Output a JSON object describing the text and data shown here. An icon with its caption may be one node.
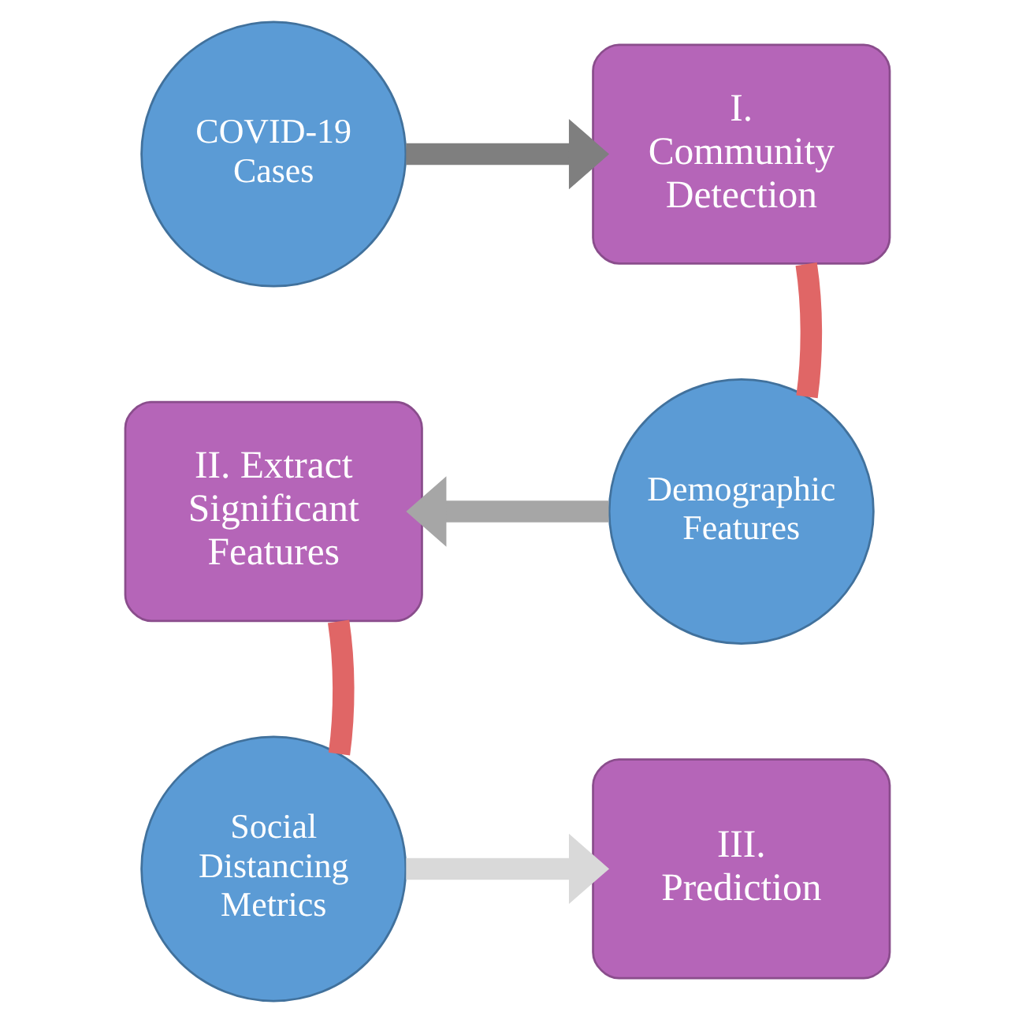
{
  "diagram": {
    "nodes": [
      {
        "text": [
          "COVID-19 Cases"
        ]
      },
      {
        "text": [
          "I. Community Detection"
        ]
      },
      {
        "text": [
          "Demographic Features"
        ]
      },
      {
        "text": [
          "II. Extract Significant Features"
        ]
      },
      {
        "text": [
          "Social Distancing Metrics"
        ]
      },
      {
        "text": [
          "III. Prediction"
        ]
      }
    ],
    "edges": [
      {
        "from": 0,
        "to": 1,
        "arrow": "to",
        "color": "#7f7f7f"
      },
      {
        "from": 1,
        "to": 2,
        "arrow": "none",
        "color": "#e06666"
      },
      {
        "from": 2,
        "to": 3,
        "arrow": "to",
        "color": "#a6a6a6"
      },
      {
        "from": 3,
        "to": 4,
        "arrow": "none",
        "color": "#e06666"
      },
      {
        "from": 4,
        "to": 5,
        "arrow": "to",
        "color": "#d9d9d9"
      }
    ]
  }
}
